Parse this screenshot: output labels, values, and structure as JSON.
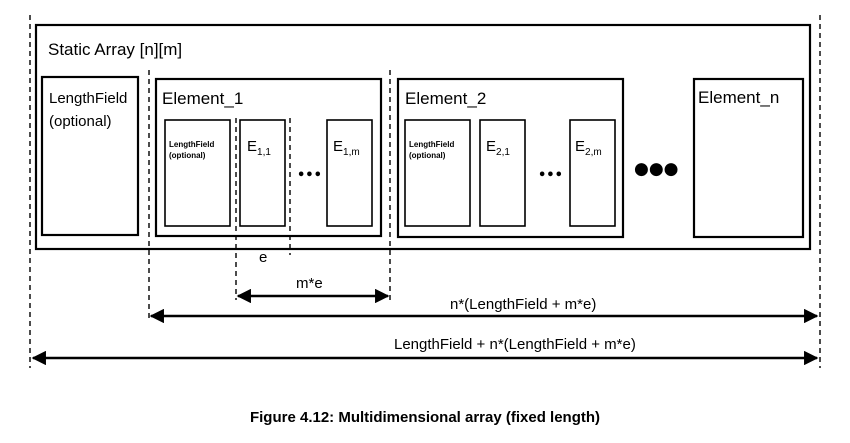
{
  "array_title": "Static Array [n][m]",
  "outer_length_field": {
    "line1": "LengthField",
    "line2": "(optional)"
  },
  "element_1": {
    "title": "Element_1",
    "length_field": {
      "line1": "LengthField",
      "line2": "(optional)"
    },
    "first_item": {
      "base": "E",
      "sub": "1,1"
    },
    "last_item": {
      "base": "E",
      "sub": "1,m"
    },
    "ellipsis": "•••"
  },
  "element_2": {
    "title": "Element_2",
    "length_field": {
      "line1": "LengthField",
      "line2": "(optional)"
    },
    "first_item": {
      "base": "E",
      "sub": "2,1"
    },
    "last_item": {
      "base": "E",
      "sub": "2,m"
    },
    "ellipsis": "•••"
  },
  "between_elements_ellipsis": "●●●",
  "element_n": {
    "title": "Element_n"
  },
  "dimensions": {
    "item_size": "e",
    "element_items_size": "m*e",
    "elements_size": "n*(LengthField + m*e)",
    "total_size": "LengthField + n*(LengthField + m*e)"
  },
  "caption": "Figure 4.12: Multidimensional array (fixed length)"
}
